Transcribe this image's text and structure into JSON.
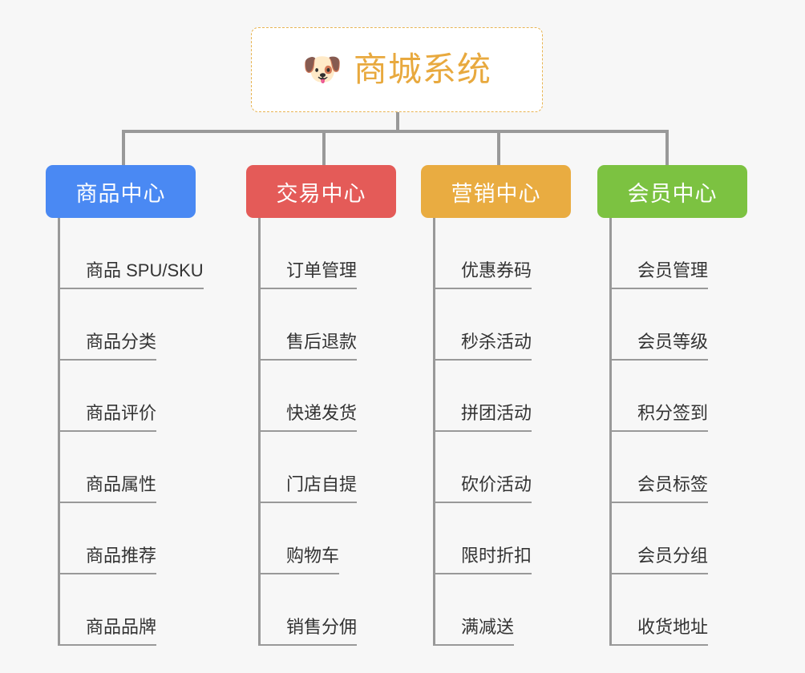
{
  "diagram": {
    "title": "商城系统",
    "background_color": "#f7f7f7",
    "root": {
      "icon": "dog-face-icon",
      "icon_glyph": "🐶",
      "label": "商城系统",
      "text_color": "#e8a93e",
      "border_color": "#e8b452",
      "border_style": "dashed",
      "fill_color": "#ffffff"
    },
    "connector_color": "#999999",
    "categories": [
      {
        "label": "商品中心",
        "color": "#4a89f3",
        "items": [
          "商品 SPU/SKU",
          "商品分类",
          "商品评价",
          "商品属性",
          "商品推荐",
          "商品品牌"
        ]
      },
      {
        "label": "交易中心",
        "color": "#e45b58",
        "items": [
          "订单管理",
          "售后退款",
          "快递发货",
          "门店自提",
          "购物车",
          "销售分佣"
        ]
      },
      {
        "label": "营销中心",
        "color": "#e9ac41",
        "items": [
          "优惠券码",
          "秒杀活动",
          "拼团活动",
          "砍价活动",
          "限时折扣",
          "满减送"
        ]
      },
      {
        "label": "会员中心",
        "color": "#7cc241",
        "items": [
          "会员管理",
          "会员等级",
          "积分签到",
          "会员标签",
          "会员分组",
          "收货地址"
        ]
      }
    ]
  }
}
